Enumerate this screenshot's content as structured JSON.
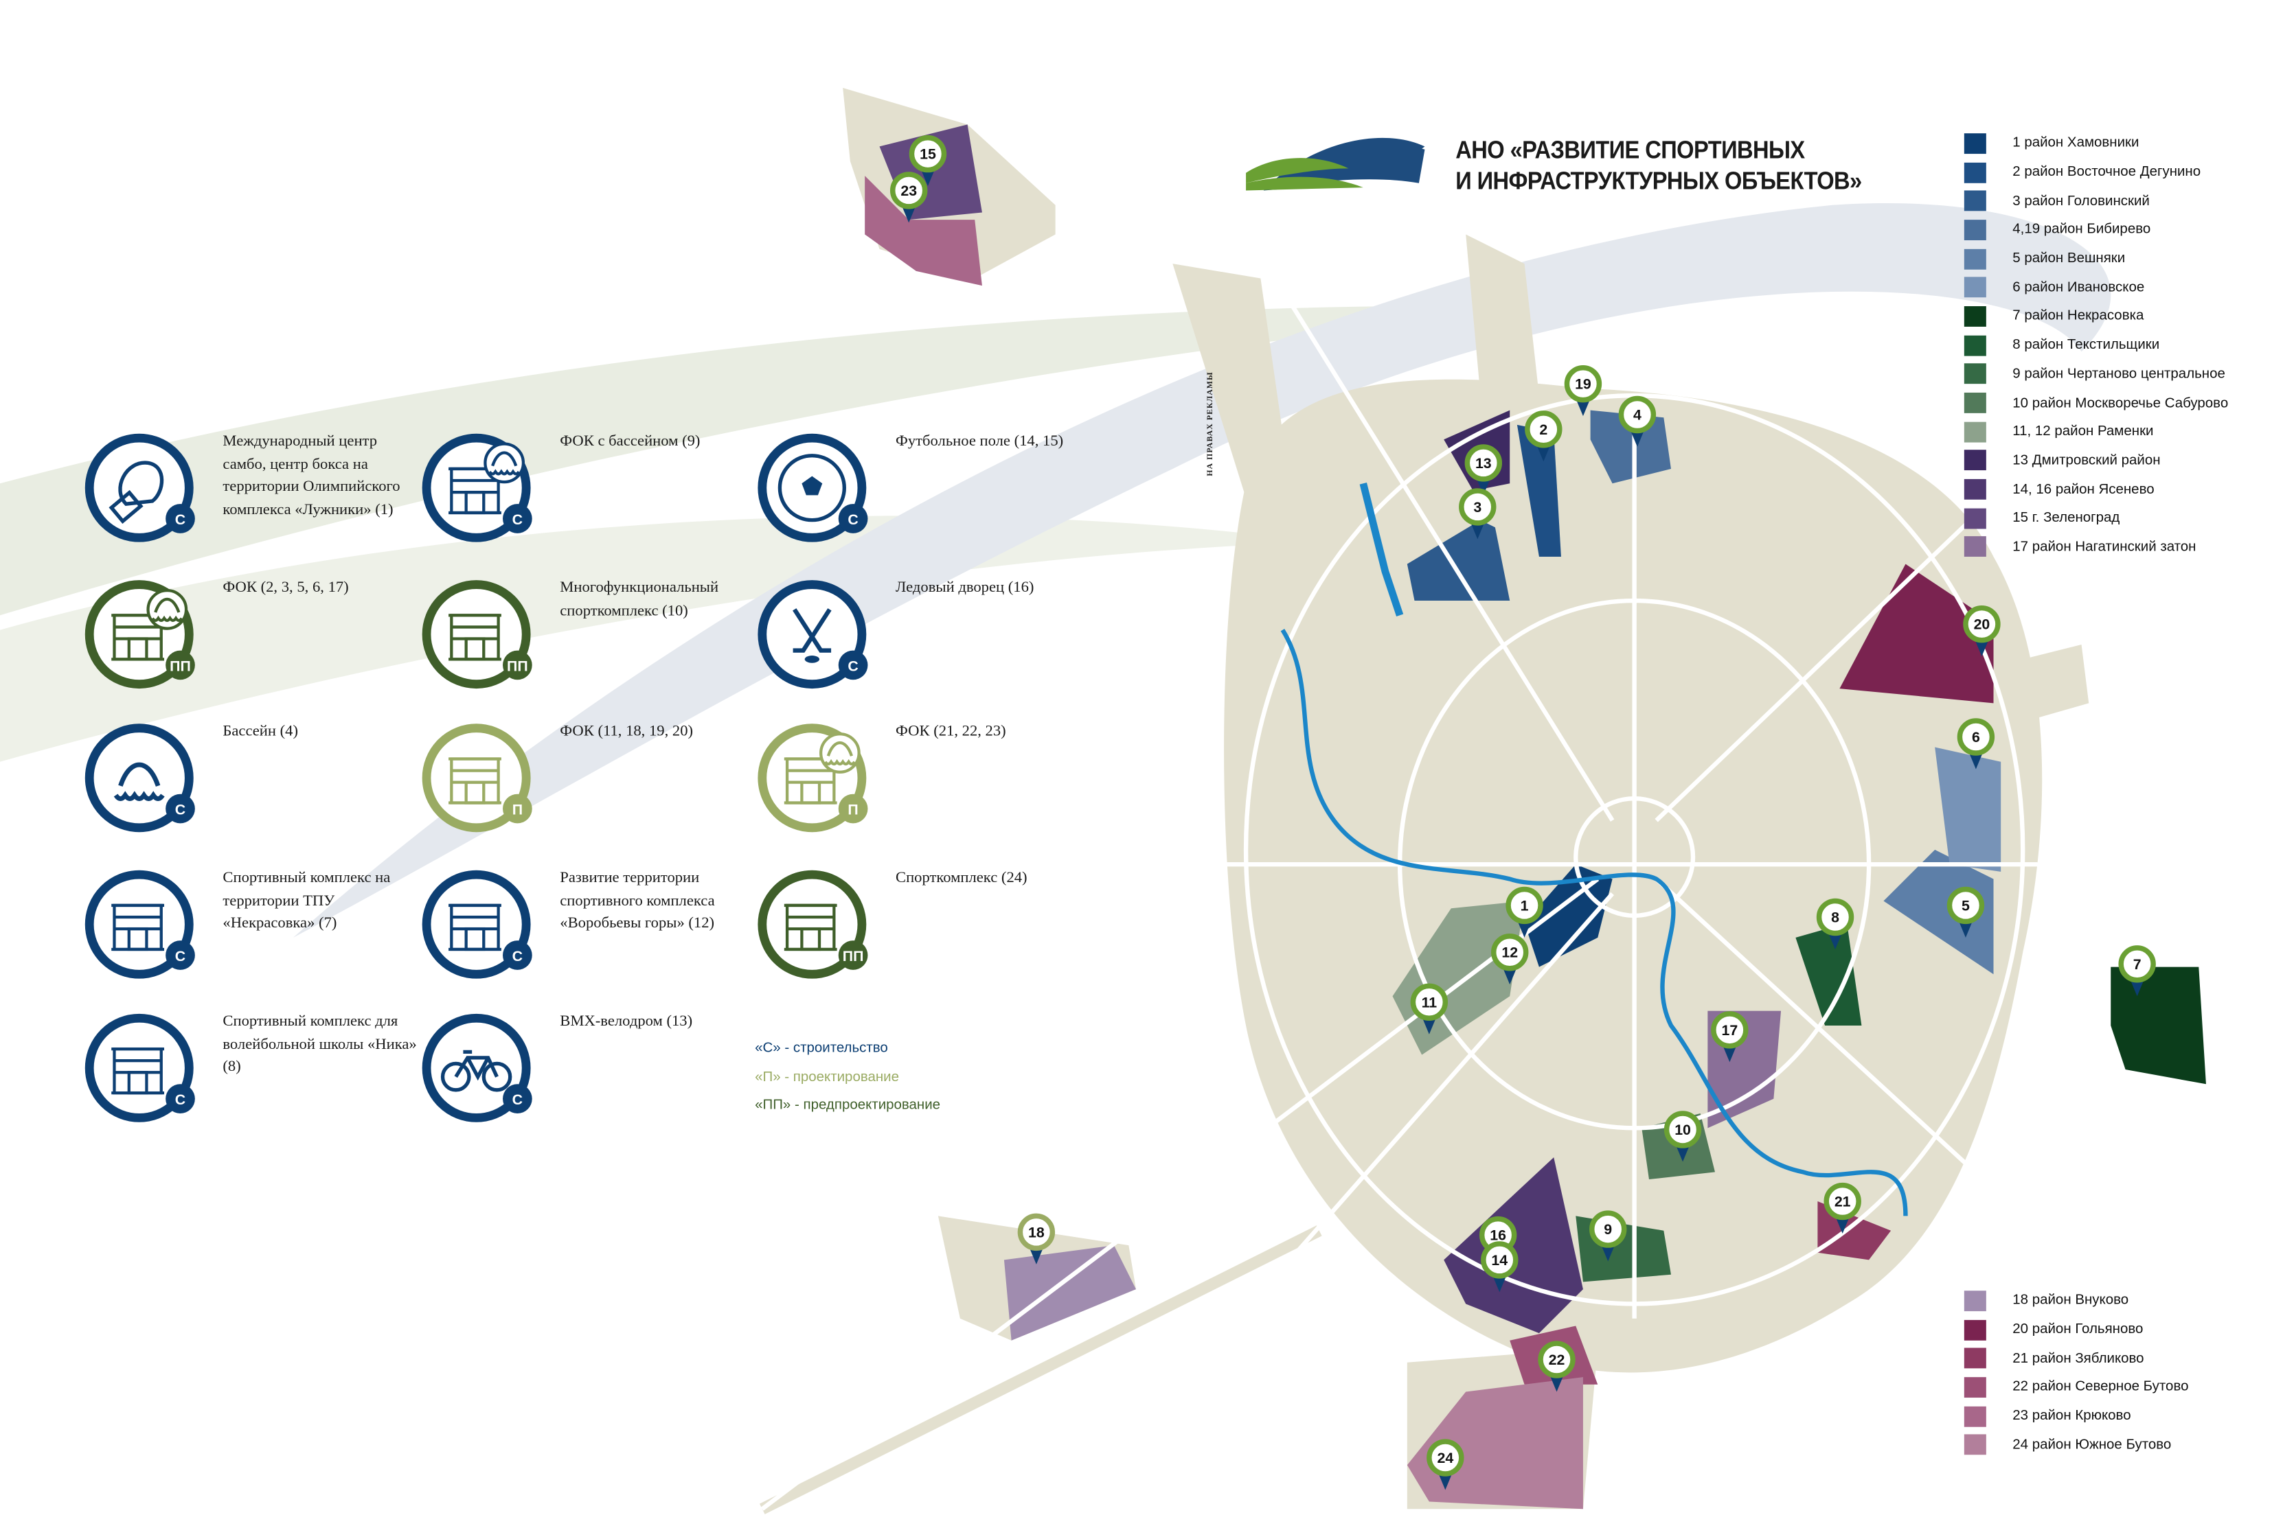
{
  "title": {
    "line1": "АНО «РАЗВИТИЕ СПОРТИВНЫХ",
    "line2": "И ИНФРАСТРУКТУРНЫХ ОБЪЕКТОВ»"
  },
  "advert_note": "НА ПРАВАХ РЕКЛАМЫ",
  "colors": {
    "blue": "#0d3f73",
    "dark_green": "#3f5f2a",
    "light_green": "#9aab63",
    "map_base": "#e3e0cf",
    "river": "#1b86c9",
    "pin_ring": "#6aa033"
  },
  "legend_top": [
    {
      "label": "1 район Хамовники",
      "color": "#0d3f73"
    },
    {
      "label": "2 район Восточное Дегунино",
      "color": "#1e4f85"
    },
    {
      "label": "3 район Головинский",
      "color": "#2d5a8c"
    },
    {
      "label": "4,19 район Бибирево",
      "color": "#4a6f9b"
    },
    {
      "label": "5 район Вешняки",
      "color": "#5d7fa8"
    },
    {
      "label": "6 район Ивановское",
      "color": "#7793b7"
    },
    {
      "label": "7 район Некрасовка",
      "color": "#0b3d1b"
    },
    {
      "label": "8 район Текстильщики",
      "color": "#1c5a34"
    },
    {
      "label": "9 район Чертаново центральное",
      "color": "#356a45"
    },
    {
      "label": "10 район Москворечье Сабурово",
      "color": "#527a5a"
    },
    {
      "label": "11, 12 район Раменки",
      "color": "#8da28c"
    },
    {
      "label": "13 Дмитровский район",
      "color": "#3e2a62"
    },
    {
      "label": "14, 16  район Ясенево",
      "color": "#4f3870"
    },
    {
      "label": "15 г. Зеленоград",
      "color": "#62497f"
    },
    {
      "label": "17 район Нагатинский затон",
      "color": "#8a6f98"
    }
  ],
  "legend_bottom": [
    {
      "label": "18 район Внуково",
      "color": "#a08caf"
    },
    {
      "label": "20 район Гольяново",
      "color": "#7a2350"
    },
    {
      "label": "21 район Зябликово",
      "color": "#8e3a62"
    },
    {
      "label": "22  район Северное Бутово",
      "color": "#9c5076"
    },
    {
      "label": "23 район Крюково",
      "color": "#a8678a"
    },
    {
      "label": "24 район Южное Бутово",
      "color": "#b27f9b"
    }
  ],
  "facilities": [
    {
      "label": "Международный центр самбо, центр бокса на территории Олимпийского комплекса «Лужники» (1)",
      "icon": "boxing-glove",
      "status": "С",
      "tone": "blue"
    },
    {
      "label": "ФОК с бассейном (9)",
      "icon": "building-pool",
      "status": "С",
      "tone": "blue"
    },
    {
      "label": "Футбольное поле (14, 15)",
      "icon": "football",
      "status": "С",
      "tone": "blue"
    },
    {
      "label": "ФОК (2, 3, 5, 6, 17)",
      "icon": "building-pool",
      "status": "ПП",
      "tone": "dark_green"
    },
    {
      "label": "Многофункциональный спорткомплекс (10)",
      "icon": "building",
      "status": "ПП",
      "tone": "dark_green"
    },
    {
      "label": "Ледовый дворец (16)",
      "icon": "hockey",
      "status": "С",
      "tone": "blue"
    },
    {
      "label": "Бассейн (4)",
      "icon": "pool",
      "status": "С",
      "tone": "blue"
    },
    {
      "label": "ФОК (11, 18, 19, 20)",
      "icon": "building",
      "status": "П",
      "tone": "light_green"
    },
    {
      "label": "ФОК (21, 22, 23)",
      "icon": "building-pool",
      "status": "П",
      "tone": "light_green"
    },
    {
      "label": "Спортивный комплекс на территории ТПУ «Некрасовка» (7)",
      "icon": "building",
      "status": "С",
      "tone": "blue"
    },
    {
      "label": "Развитие территории спортивного комплекса «Воробьевы горы» (12)",
      "icon": "building",
      "status": "С",
      "tone": "blue"
    },
    {
      "label": "Спорткомплекс (24)",
      "icon": "building",
      "status": "ПП",
      "tone": "dark_green"
    },
    {
      "label": "Спортивный комплекс для волейбольной школы «Ника» (8)",
      "icon": "building",
      "status": "С",
      "tone": "blue"
    },
    {
      "label": "BMX-велодром (13)",
      "icon": "bicycle",
      "status": "С",
      "tone": "blue"
    }
  ],
  "status_legend": [
    {
      "label": "«С» - строительство",
      "color": "#0d3f73"
    },
    {
      "label": "«П» - проектирование",
      "color": "#9aab63"
    },
    {
      "label": "«ПП» - предпроектирование",
      "color": "#3f5f2a"
    }
  ],
  "pins": [
    "15",
    "23",
    "19",
    "4",
    "2",
    "13",
    "3",
    "20",
    "6",
    "1",
    "12",
    "5",
    "8",
    "7",
    "11",
    "17",
    "10",
    "21",
    "9",
    "16",
    "14",
    "18",
    "22",
    "24"
  ]
}
